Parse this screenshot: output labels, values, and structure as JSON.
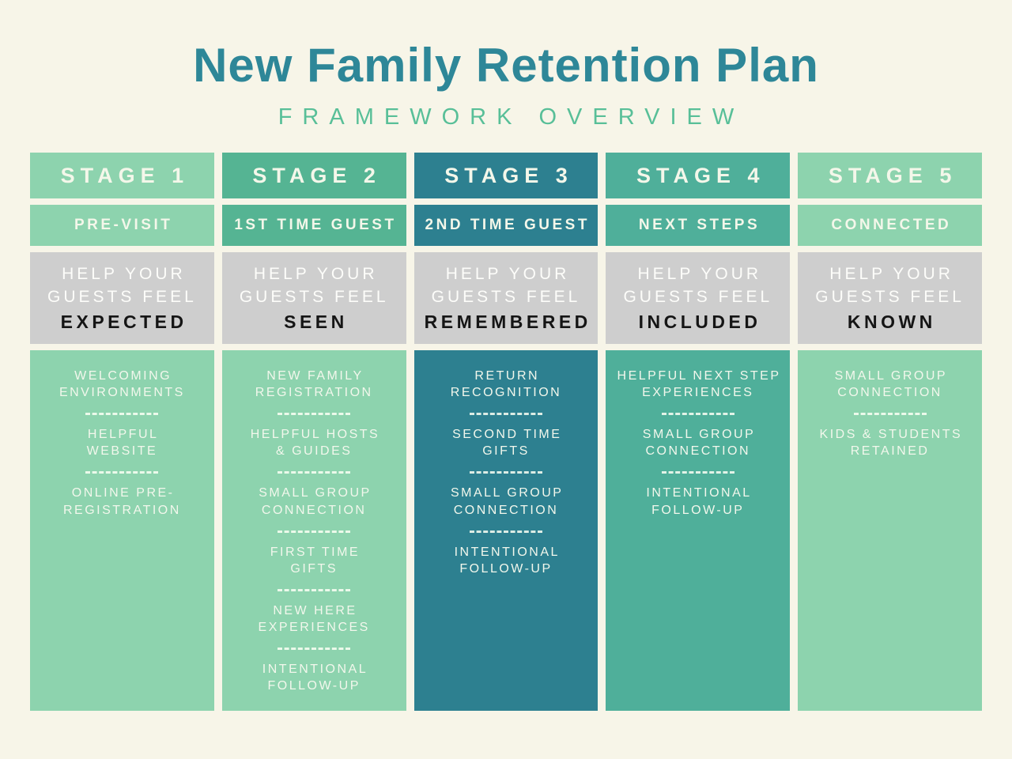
{
  "title": "New Family Retention Plan",
  "subtitle": "FRAMEWORK OVERVIEW",
  "feel_heading": "HELP YOUR\nGUESTS FEEL",
  "palette": {
    "background": "#f7f5e8",
    "title_teal": "#2e8798",
    "subtitle_green": "#58bf98",
    "light_green": "#8dd3ae",
    "medium_green": "#55b493",
    "medium_teal_green": "#4faf9a",
    "dark_teal": "#2d8090",
    "gray": "#cecece",
    "feel_word_black": "#151515"
  },
  "stages": [
    {
      "label": "STAGE 1",
      "phase": "PRE-VISIT",
      "feel_word": "EXPECTED",
      "header_theme": "light",
      "content_theme": "light",
      "items": [
        "WELCOMING\nENVIRONMENTS",
        "HELPFUL\nWEBSITE",
        "ONLINE PRE-\nREGISTRATION"
      ]
    },
    {
      "label": "STAGE 2",
      "phase": "1ST TIME GUEST",
      "feel_word": "SEEN",
      "header_theme": "medium",
      "content_theme": "light",
      "items": [
        "NEW FAMILY\nREGISTRATION",
        "HELPFUL HOSTS\n& GUIDES",
        "SMALL GROUP\nCONNECTION",
        "FIRST TIME\nGIFTS",
        "NEW HERE\nEXPERIENCES",
        "INTENTIONAL\nFOLLOW-UP"
      ]
    },
    {
      "label": "STAGE 3",
      "phase": "2ND TIME GUEST",
      "feel_word": "REMEMBERED",
      "header_theme": "dark",
      "content_theme": "dark",
      "items": [
        "RETURN\nRECOGNITION",
        "SECOND TIME\nGIFTS",
        "SMALL GROUP\nCONNECTION",
        "INTENTIONAL\nFOLLOW-UP"
      ]
    },
    {
      "label": "STAGE 4",
      "phase": "NEXT STEPS",
      "feel_word": "INCLUDED",
      "header_theme": "medium2",
      "content_theme": "medium2",
      "items": [
        "HELPFUL NEXT STEP\nEXPERIENCES",
        "SMALL GROUP\nCONNECTION",
        "INTENTIONAL\nFOLLOW-UP"
      ]
    },
    {
      "label": "STAGE 5",
      "phase": "CONNECTED",
      "feel_word": "KNOWN",
      "header_theme": "light",
      "content_theme": "light",
      "items": [
        "SMALL GROUP\nCONNECTION",
        "KIDS & STUDENTS\nRETAINED"
      ]
    }
  ]
}
